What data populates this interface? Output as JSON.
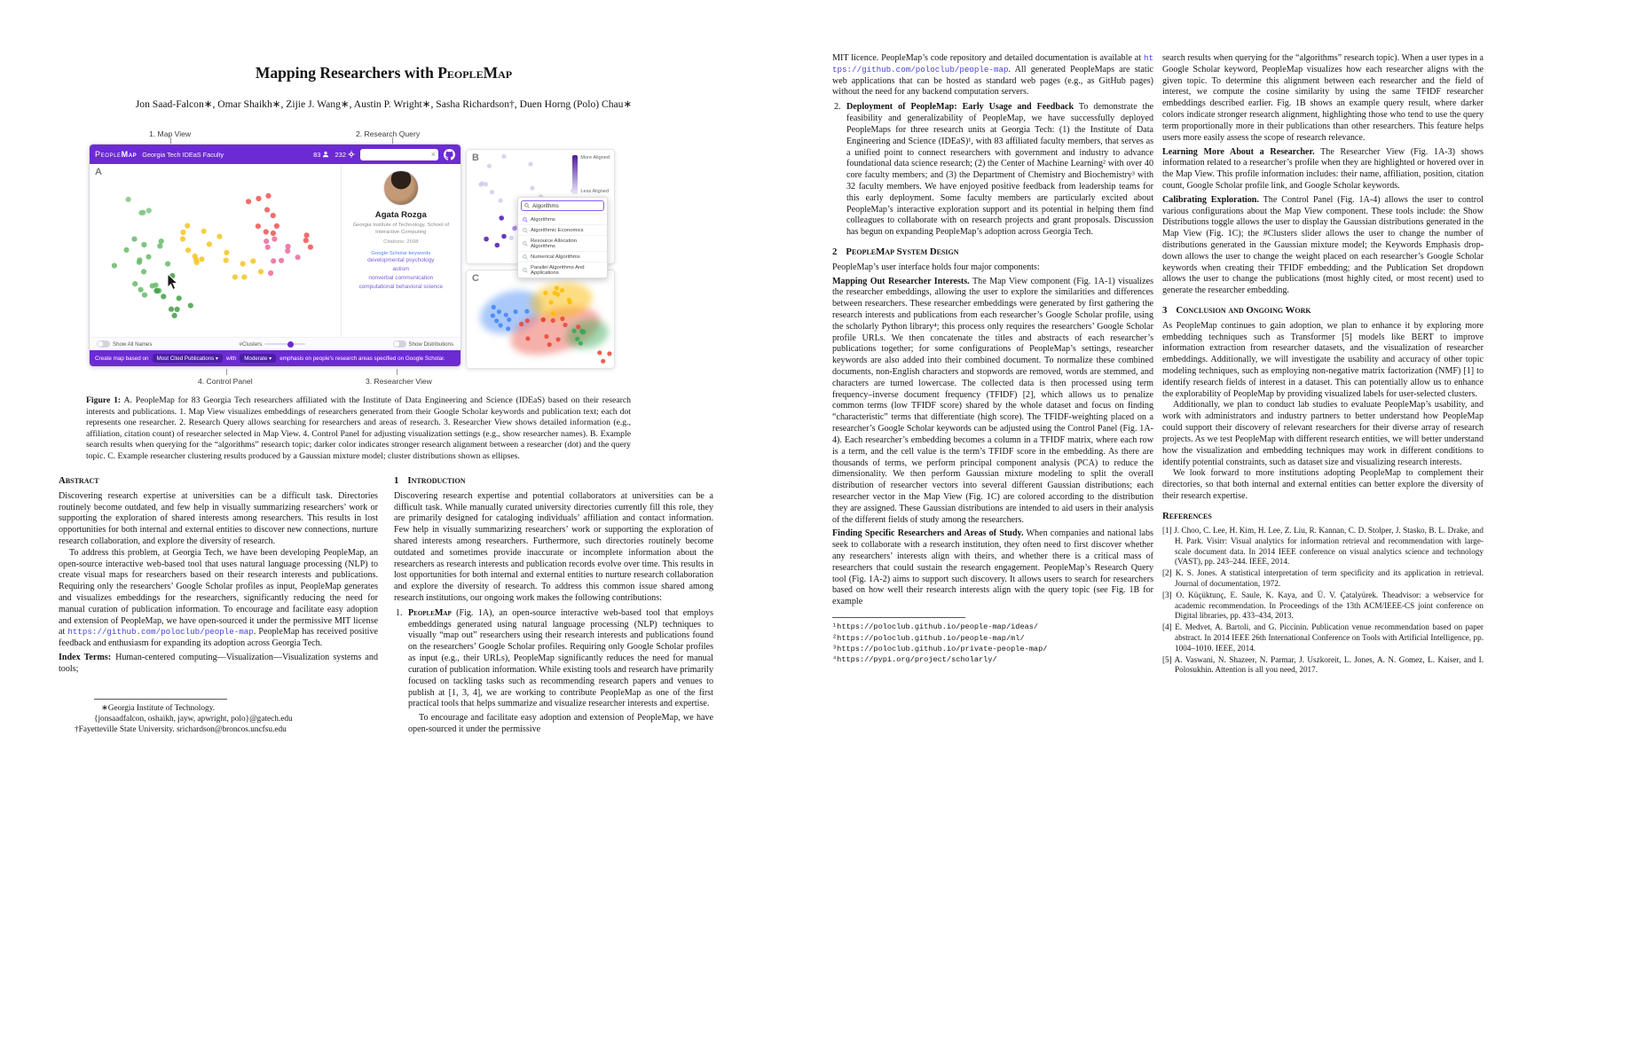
{
  "page": {
    "title": "Mapping Researchers with",
    "title_app": "PeopleMap",
    "authors": "Jon Saad-Falcon∗, Omar Shaikh∗, Zijie J. Wang∗, Austin P. Wright∗, Sasha Richardson†, Duen Horng (Polo) Chau∗"
  },
  "figure": {
    "callouts": {
      "map_view": "1. Map View",
      "research_query": "2. Research Query",
      "researcher_view": "3. Researcher View",
      "control_panel": "4. Control Panel"
    },
    "app": {
      "logo_people": "People",
      "logo_map": "Map",
      "header_title": "Georgia Tech IDEaS Faculty",
      "count_researchers": "83",
      "count_secondary": "232",
      "panel_a_label": "A",
      "researcher": {
        "name": "Agata Rozga",
        "affiliation": "Georgia Institute of Technology, School of Interactive Computing",
        "citations": "Citations: 2698",
        "keywords_label": "Google Scholar keywords",
        "keywords": [
          "developmental psychology",
          "autism",
          "nonverbal communication",
          "computational behavioral science"
        ]
      },
      "controls": {
        "show_all_names": "Show All Names",
        "clusters": "#Clusters",
        "show_distributions": "Show Distributions",
        "create_map_prefix": "Create map based on",
        "publication_set": "Most Cited Publications ▾",
        "with_label": "with",
        "keywords_emphasis": "Moderate ▾",
        "create_map_suffix": "emphasis on people’s research areas specified on Google Scholar."
      }
    },
    "panel_b": {
      "label": "B",
      "legend_top": "More Aligned",
      "legend_bottom": "Less Aligned",
      "search_value": "Algorithms",
      "results": [
        "Algorithms",
        "Algorithmic Economics",
        "Resource Allocation Algorithms",
        "Numerical Algorithms",
        "Parallel Algorithms And Applications"
      ]
    },
    "panel_c": {
      "label": "C"
    },
    "caption_label": "Figure 1:",
    "caption_text": "A. PeopleMap for 83 Georgia Tech researchers affiliated with the Institute of Data Engineering and Science (IDEaS) based on their research interests and publications. 1. Map View visualizes embeddings of researchers generated from their Google Scholar keywords and publication text; each dot represents one researcher. 2. Research Query allows searching for researchers and areas of research. 3. Researcher View shows detailed information (e.g., affiliation, citation count) of researcher selected in Map View. 4. Control Panel for adjusting visualization settings (e.g., show researcher names). B. Example search results when querying for the “algorithms” research topic; darker color indicates stronger research alignment between a researcher (dot) and the query topic. C. Example researcher clustering results produced by a Gaussian mixture model; cluster distributions shown as ellipses."
  },
  "abstract": {
    "heading": "Abstract",
    "p1": "Discovering research expertise at universities can be a difficult task. Directories routinely become outdated, and few help in visually summarizing researchers’ work or supporting the exploration of shared interests among researchers. This results in lost opportunities for both internal and external entities to discover new connections, nurture research collaboration, and explore the diversity of research.",
    "p2_pre": "To address this problem, at Georgia Tech, we have been developing PeopleMap, an open-source interactive web-based tool that uses natural language processing (NLP) to create visual maps for researchers based on their research interests and publications. Requiring only the researchers’ Google Scholar profiles as input, PeopleMap generates and visualizes embeddings for the researchers, significantly reducing the need for manual curation of publication information. To encourage and facilitate easy adoption and extension of PeopleMap, we have open-sourced it under the permissive MIT license at ",
    "p2_url": "https://github.com/poloclub/people-map",
    "p2_post": ". PeopleMap has received positive feedback and enthusiasm for expanding its adoption across Georgia Tech.",
    "index_terms_label": "Index Terms:",
    "index_terms": "Human-centered computing—Visualization—Visualization systems and tools;"
  },
  "footnotes_left": {
    "line1": "∗Georgia Institute of Technology.",
    "line2": "{jonsaadfalcon, oshaikh, jayw, apwright, polo}@gatech.edu",
    "line3": "†Fayetteville State University. srichardson@broncos.uncfsu.edu"
  },
  "intro": {
    "heading_num": "1",
    "heading_title": "Introduction",
    "p1": "Discovering research expertise and potential collaborators at universities can be a difficult task. While manually curated university directories currently fill this role, they are primarily designed for cataloging individuals’ affiliation and contact information. Few help in visually summarizing researchers’ work or supporting the exploration of shared interests among researchers. Furthermore, such directories routinely become outdated and sometimes provide inaccurate or incomplete information about the researchers as research interests and publication records evolve over time. This results in lost opportunities for both internal and external entities to nurture research collaboration and explore the diversity of research. To address this common issue shared among research institutions, our ongoing work makes the following contributions:",
    "item1_num": "1.",
    "item1_lead": "PeopleMap",
    "item1_text": " (Fig. 1A), an open-source interactive web-based tool that employs embeddings generated using natural language processing (NLP) techniques to visually “map out” researchers using their research interests and publications found on the researchers’ Google Scholar profiles. Requiring only Google Scholar profiles as input (e.g., their URLs), PeopleMap significantly reduces the need for manual curation of publication information. While existing tools and research have primarily focused on tackling tasks such as recommending research papers and venues to publish at [1, 3, 4], we are working to contribute PeopleMap as one of the first practical tools that helps summarize and visualize researcher interests and expertise.",
    "p2": "To encourage and facilitate easy adoption and extension of PeopleMap, we have open-sourced it under the permissive"
  },
  "col3": {
    "p1_pre": "MIT licence. PeopleMap’s code repository and detailed documentation is available at ",
    "p1_url": "https://github.com/poloclub/people-map",
    "p1_post": ". All generated PeopleMaps are static web applications that can be hosted as standard web pages (e.g., as GitHub pages) without the need for any backend computation servers.",
    "item2_num": "2.",
    "item2_lead": "Deployment of PeopleMap: Early Usage and Feedback",
    "item2_text": " To demonstrate the feasibility and generalizability of PeopleMap, we have successfully deployed PeopleMaps for three research units at Georgia Tech: (1) the Institute of Data Engineering and Science (IDEaS)¹, with 83 affiliated faculty members, that serves as a unified point to connect researchers with government and industry to advance foundational data science research; (2) the Center of Machine Learning² with over 40 core faculty members; and (3) the Department of Chemistry and Biochemistry³ with 32 faculty members. We have enjoyed positive feedback from leadership teams for this early deployment. Some faculty members are particularly excited about PeopleMap’s interactive exploration support and its potential in helping them find colleagues to collaborate with on research projects and grant proposals. Discussion has begun on expanding PeopleMap’s adoption across Georgia Tech.",
    "s2_num": "2",
    "s2_title": "PeopleMap System Design",
    "s2_intro": "PeopleMap’s user interface holds four major components:",
    "mapping_lead": "Mapping Out Researcher Interests.",
    "mapping_text": " The Map View component (Fig. 1A-1) visualizes the researcher embeddings, allowing the user to explore the similarities and differences between researchers. These researcher embeddings were generated by first gathering the research interests and publications from each researcher’s Google Scholar profile, using the scholarly Python library⁴; this process only requires the researchers’ Google Scholar profile URLs. We then concatenate the titles and abstracts of each researcher’s publications together; for some configurations of PeopleMap’s settings, researcher keywords are also added into their combined document. To normalize these combined documents, non-English characters and stopwords are removed, words are stemmed, and characters are turned lowercase. The collected data is then processed using term frequency–inverse document frequency (TFIDF) [2], which allows us to penalize common terms (low TFIDF score) shared by the whole dataset and focus on finding “characteristic” terms that differentiate (high score). The TFIDF-weighting placed on a researcher’s Google Scholar keywords can be adjusted using the Control Panel (Fig. 1A-4). Each researcher’s embedding becomes a column in a TFIDF matrix, where each row is a term, and the cell value is the term’s TFIDF score in the embedding. As there are thousands of terms, we perform principal component analysis (PCA) to reduce the dimensionality. We then perform Gaussian mixture modeling to split the overall distribution of researcher vectors into several different Gaussian distributions; each researcher vector in the Map View (Fig. 1C) are colored according to the distribution they are assigned. These Gaussian distributions are intended to aid users in their analysis of the different fields of study among the researchers.",
    "finding_lead": "Finding Specific Researchers and Areas of Study.",
    "finding_text": " When companies and national labs seek to collaborate with a research institution, they often need to first discover whether any researchers’ interests align with theirs, and whether there is a critical mass of researchers that could sustain the research engagement. PeopleMap’s Research Query tool (Fig. 1A-2) aims to support such discovery. It allows users to search for researchers based on how well their research interests align with the query topic (see Fig. 1B for example",
    "footnotes": [
      "¹https://poloclub.github.io/people-map/ideas/",
      "²https://poloclub.github.io/people-map/ml/",
      "³https://poloclub.github.io/private-people-map/",
      "⁴https://pypi.org/project/scholarly/"
    ]
  },
  "col4": {
    "p1": "search results when querying for the “algorithms” research topic). When a user types in a Google Scholar keyword, PeopleMap visualizes how each researcher aligns with the given topic. To determine this alignment between each researcher and the field of interest, we compute the cosine similarity by using the same TFIDF researcher embeddings described earlier. Fig. 1B shows an example query result, where darker colors indicate stronger research alignment, highlighting those who tend to use the query term proportionally more in their publications than other researchers. This feature helps users more easily assess the scope of research relevance.",
    "learning_lead": "Learning More About a Researcher.",
    "learning_text": " The Researcher View (Fig. 1A-3) shows information related to a researcher’s profile when they are highlighted or hovered over in the Map View. This profile information includes: their name, affiliation, position, citation count, Google Scholar profile link, and Google Scholar keywords.",
    "calibrating_lead": "Calibrating Exploration.",
    "calibrating_text": " The Control Panel (Fig. 1A-4) allows the user to control various configurations about the Map View component. These tools include: the Show Distributions toggle allows the user to display the Gaussian distributions generated in the Map View (Fig. 1C); the #Clusters slider allows the user to change the number of distributions generated in the Gaussian mixture model; the Keywords Emphasis drop-down allows the user to change the weight placed on each researcher’s Google Scholar keywords when creating their TFIDF embedding; and the Publication Set dropdown allows the user to change the publications (most highly cited, or most recent) used to generate the researcher embedding.",
    "s3_num": "3",
    "s3_title": "Conclusion and Ongoing Work",
    "s3_p1": "As PeopleMap continues to gain adoption, we plan to enhance it by exploring more embedding techniques such as Transformer [5] models like BERT to improve information extraction from researcher datasets, and the visualization of researcher embeddings. Additionally, we will investigate the usability and accuracy of other topic modeling techniques, such as employing non-negative matrix factorization (NMF) [1] to identify research fields of interest in a dataset. This can potentially allow us to enhance the explorability of PeopleMap by providing visualized labels for user-selected clusters.",
    "s3_p2": "Additionally, we plan to conduct lab studies to evaluate PeopleMap’s usability, and work with administrators and industry partners to better understand how PeopleMap could support their discovery of relevant researchers for their diverse array of research projects. As we test PeopleMap with different research entities, we will better understand how the visualization and embedding techniques may work in different conditions to identify potential constraints, such as dataset size and visualizing research interests.",
    "s3_p3": "We look forward to more institutions adopting PeopleMap to complement their directories, so that both internal and external entities can better explore the diversity of their research expertise.",
    "refs_heading": "References",
    "refs": [
      "[1] J. Choo, C. Lee, H. Kim, H. Lee, Z. Liu, R. Kannan, C. D. Stolper, J. Stasko, B. L. Drake, and H. Park. Visirr: Visual analytics for information retrieval and recommendation with large-scale document data. In 2014 IEEE conference on visual analytics science and technology (VAST), pp. 243–244. IEEE, 2014.",
      "[2] K. S. Jones. A statistical interpretation of term specificity and its application in retrieval. Journal of documentation, 1972.",
      "[3] O. Küçüktunç, E. Saule, K. Kaya, and Ü. V. Çatalyürek. Theadvisor: a webservice for academic recommendation. In Proceedings of the 13th ACM/IEEE-CS joint conference on Digital libraries, pp. 433–434, 2013.",
      "[4] E. Medvet, A. Bartoli, and G. Piccinin. Publication venue recommendation based on paper abstract. In 2014 IEEE 26th International Conference on Tools with Artificial Intelligence, pp. 1004–1010. IEEE, 2014.",
      "[5] A. Vaswani, N. Shazeer, N. Parmar, J. Uszkoreit, L. Jones, A. N. Gomez, L. Kaiser, and I. Polosukhin. Attention is all you need, 2017."
    ]
  }
}
